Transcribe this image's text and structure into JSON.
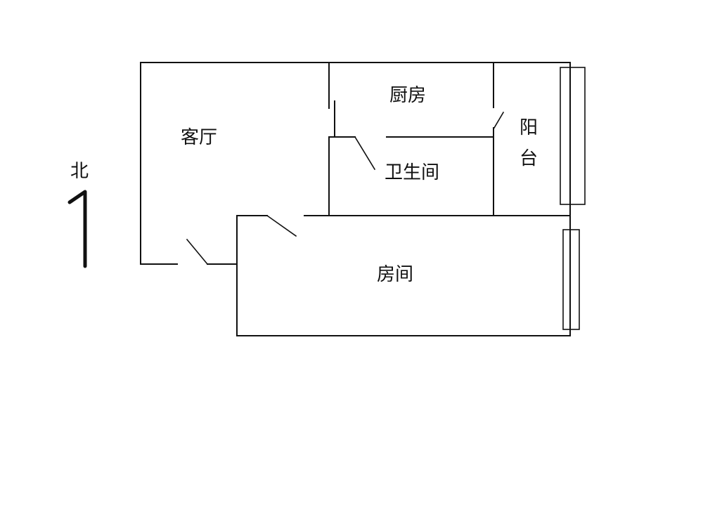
{
  "rooms": {
    "living_room": "客厅",
    "kitchen": "厨房",
    "bathroom": "卫生间",
    "balcony": "阳台",
    "bedroom": "房间"
  },
  "compass": {
    "label": "北"
  },
  "colors": {
    "line": "#111111",
    "background": "#ffffff"
  }
}
